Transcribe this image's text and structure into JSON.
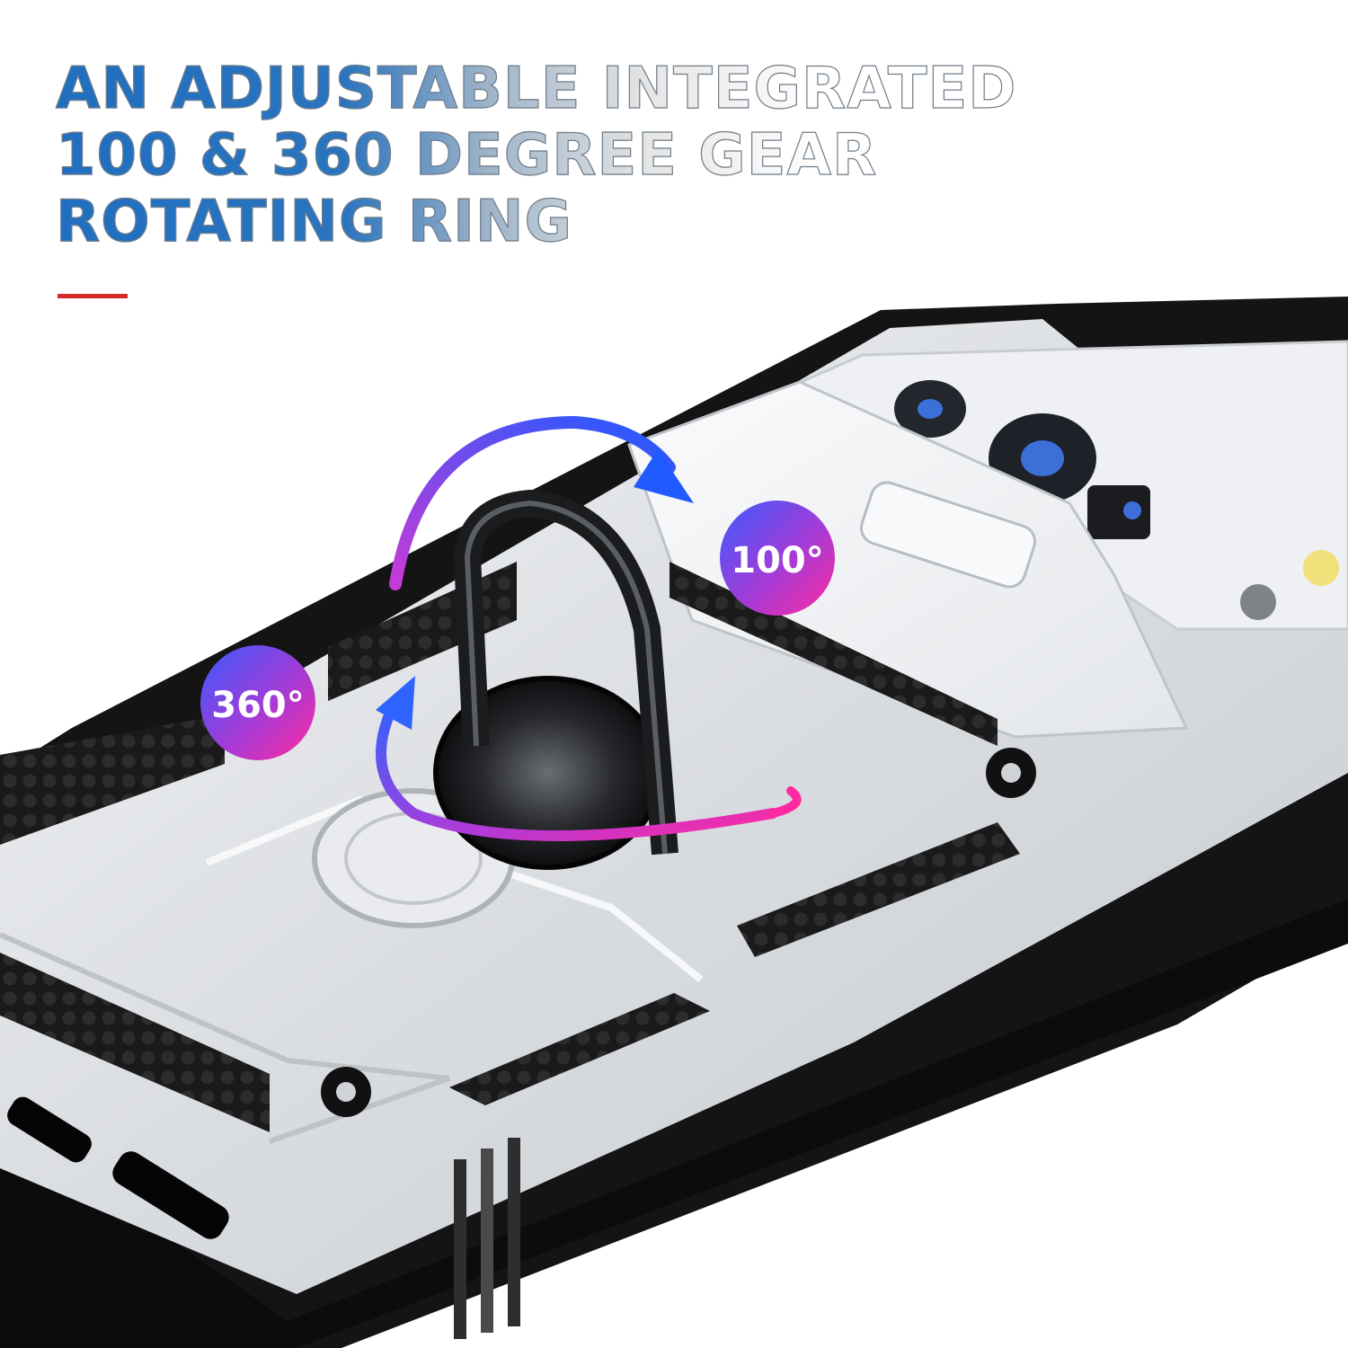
{
  "headline": {
    "line1": "AN ADJUSTABLE INTEGRATED",
    "line2": "100 & 360 DEGREE GEAR",
    "line3": "ROTATING RING"
  },
  "badges": {
    "small_angle": "100°",
    "full_angle": "360°"
  },
  "colors": {
    "headline_blue": "#2a74bf",
    "accent_red": "#d42a2a",
    "badge_gradient_start": "#3b5bff",
    "badge_gradient_end": "#ff2aa0",
    "case_black": "#151515",
    "case_silver": "#dfe2e6"
  },
  "icons": {
    "rotation_arrow_100": "curved-arrow-icon",
    "rotation_arrow_360": "circular-arrow-icon"
  }
}
